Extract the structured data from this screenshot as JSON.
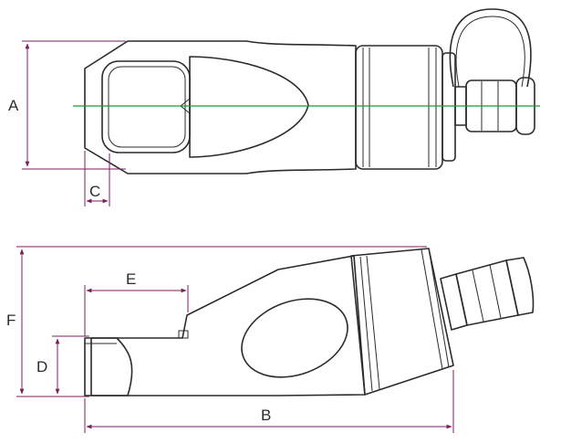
{
  "dimensions": {
    "a": "A",
    "b": "B",
    "c": "C",
    "d": "D",
    "e": "E",
    "f": "F"
  },
  "colors": {
    "outline": "#2b2b2b",
    "dimension_line": "#7a1f5c",
    "centerline": "#1a9a3a",
    "background": "#ffffff"
  }
}
